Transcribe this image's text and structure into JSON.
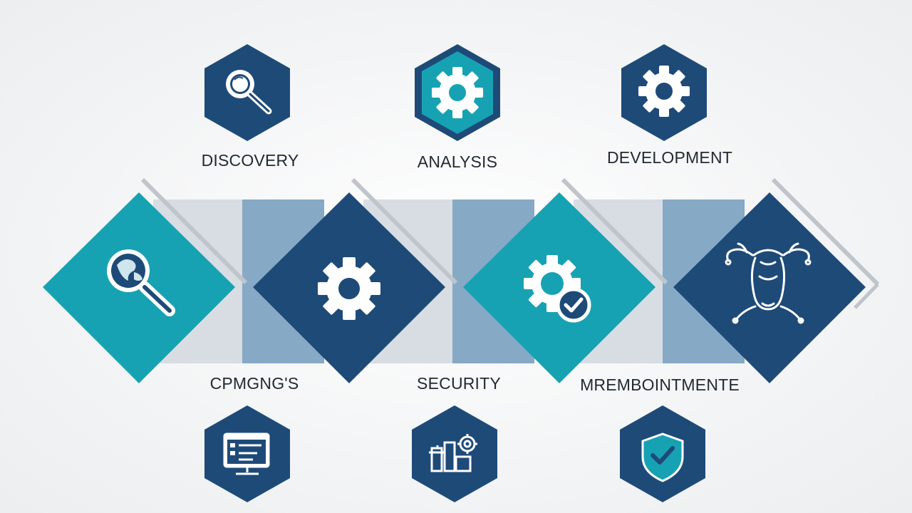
{
  "top_steps": [
    {
      "label": "DISCOVERY",
      "icon": "magnifier-icon"
    },
    {
      "label": "ANALYSIS",
      "icon": "gear-icon"
    },
    {
      "label": "DEVELOPMENT",
      "icon": "gear-icon"
    }
  ],
  "middle_tiles": [
    {
      "icon": "globe-magnifier-icon"
    },
    {
      "icon": "gear-icon"
    },
    {
      "icon": "gear-check-icon"
    },
    {
      "icon": "creature-icon"
    }
  ],
  "bottom_labels": [
    "CPMGNG'S",
    "SECURITY",
    "MREMBOINTMENTE"
  ],
  "bottom_steps": [
    {
      "icon": "monitor-list-icon"
    },
    {
      "icon": "tools-gear-icon"
    },
    {
      "icon": "shield-check-icon"
    }
  ],
  "colors": {
    "navy": "#1e4a78",
    "teal": "#17a2b3",
    "light_band": "#d3dadf",
    "blue_band": "#7fa4c4",
    "text": "#222a33"
  }
}
